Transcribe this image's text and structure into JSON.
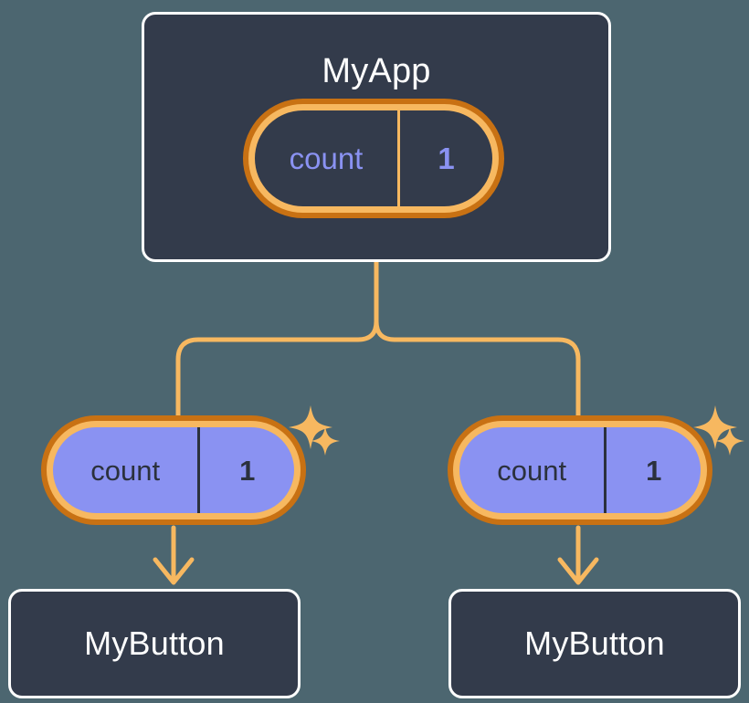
{
  "theme": {
    "background": "#4c6670",
    "card_fill": "#333b4b",
    "card_border": "#ffffff",
    "pill_ring_outer": "#c87113",
    "pill_ring_inner": "#f7b860",
    "pill_child_fill": "#8a92f2",
    "accent_amber": "#f7b860",
    "state_text_on_dark": "#8a92f2",
    "state_text_on_light": "#2b313d",
    "connector": "#f7b860"
  },
  "diagram": {
    "type": "component-tree",
    "root": {
      "name": "card-myapp",
      "title": "MyApp",
      "state": {
        "key": "count",
        "value": "1"
      },
      "sparkle": "sparkle-icon"
    },
    "children": [
      {
        "name": "branch-left",
        "state": {
          "key": "count",
          "value": "1"
        },
        "sparkle": "sparkle-icon",
        "arrow": "arrow-down-icon",
        "component": {
          "name": "card-mybutton-left",
          "title": "MyButton"
        }
      },
      {
        "name": "branch-right",
        "state": {
          "key": "count",
          "value": "1"
        },
        "sparkle": "sparkle-icon",
        "arrow": "arrow-down-icon",
        "component": {
          "name": "card-mybutton-right",
          "title": "MyButton"
        }
      }
    ]
  }
}
